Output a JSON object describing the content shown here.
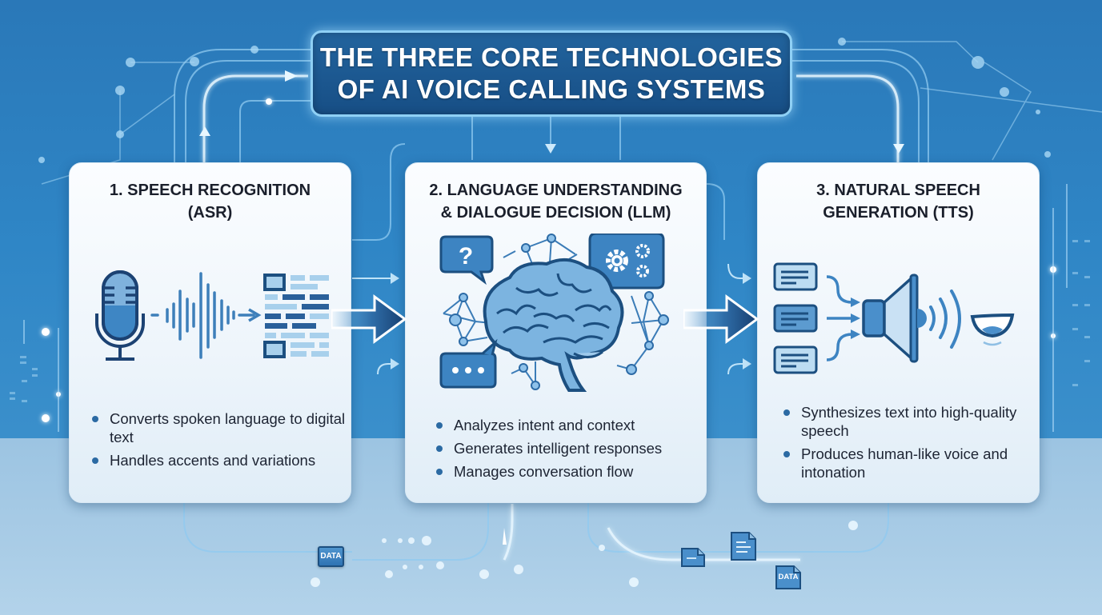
{
  "title": {
    "line1": "THE THREE CORE TECHNOLOGIES",
    "line2": "OF AI VOICE CALLING SYSTEMS"
  },
  "cards": [
    {
      "title_line1": "1. SPEECH RECOGNITION",
      "title_line2": "(ASR)",
      "icon": "microphone-to-text-icon",
      "bullets": [
        "Converts spoken language to digital text",
        "Handles accents and variations"
      ]
    },
    {
      "title_line1": "2. LANGUAGE UNDERSTANDING",
      "title_line2": "& DIALOGUE DECISION (LLM)",
      "icon": "brain-network-icon",
      "bullets": [
        "Analyzes intent and context",
        "Generates intelligent responses",
        "Manages conversation flow"
      ]
    },
    {
      "title_line1": "3. NATURAL SPEECH",
      "title_line2": "GENERATION (TTS)",
      "icon": "text-to-speaker-icon",
      "bullets": [
        "Synthesizes text into high-quality speech",
        "Produces human-like voice and intonation"
      ]
    }
  ],
  "flow_arrows": [
    {
      "from": "card-1",
      "to": "card-2"
    },
    {
      "from": "card-2",
      "to": "card-3"
    }
  ],
  "data_chips": [
    {
      "label": "DATA"
    },
    {
      "label": "DATA"
    }
  ],
  "colors": {
    "background_blue": "#2f86c6",
    "title_box": "#1a5891",
    "accent_dark": "#1c4f80",
    "accent_mid": "#3c82c0",
    "accent_light": "#a8d0ec"
  }
}
